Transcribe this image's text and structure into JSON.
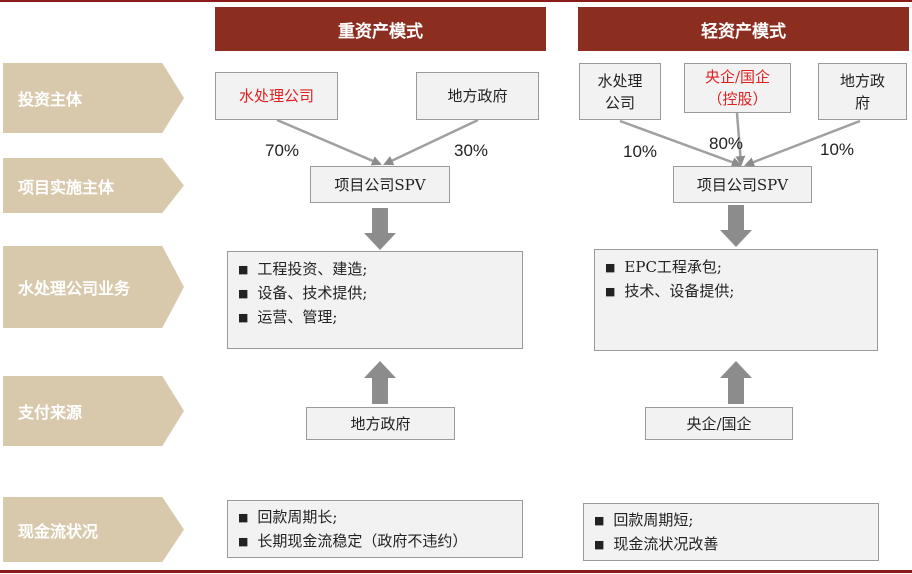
{
  "headers": {
    "heavy": "重资产模式",
    "light": "轻资产模式"
  },
  "rows": {
    "investor": "投资主体",
    "implementer": "项目实施主体",
    "business": "水处理公司业务",
    "payment": "支付来源",
    "cashflow": "现金流状况"
  },
  "heavy": {
    "investor_a": "水处理公司",
    "investor_b": "地方政府",
    "pct_a": "70%",
    "pct_b": "30%",
    "spv": "项目公司SPV",
    "business": [
      "工程投资、建造;",
      "设备、技术提供;",
      "运营、管理;"
    ],
    "payer": "地方政府",
    "cashflow": [
      "回款周期长;",
      "长期现金流稳定（政府不违约）"
    ]
  },
  "light": {
    "investor_a_line1": "水处理",
    "investor_a_line2": "公司",
    "investor_b_line1": "央企/国企",
    "investor_b_line2": "（控股）",
    "investor_c_line1": "地方政",
    "investor_c_line2": "府",
    "pct_a": "10%",
    "pct_b": "80%",
    "pct_c": "10%",
    "spv": "项目公司SPV",
    "business": [
      "EPC工程承包;",
      "技术、设备提供;"
    ],
    "payer": "央企/国企",
    "cashflow": [
      "回款周期短;",
      "现金流状况改善"
    ]
  },
  "colors": {
    "header_bg": "#8b2d1f",
    "row_label_bg": "#d8c9ad",
    "highlight_text": "#e02020",
    "arrow": "#8c8c8c"
  }
}
